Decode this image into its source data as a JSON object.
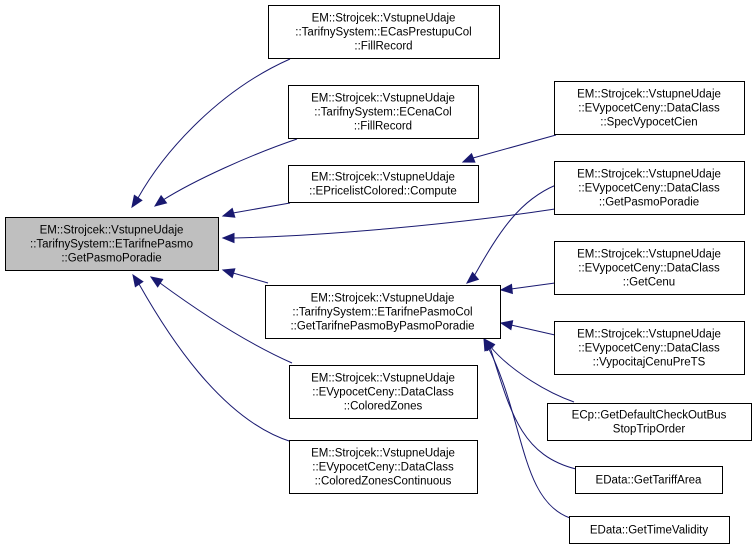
{
  "diagram": {
    "type": "call-graph",
    "title": "Caller graph",
    "colors": {
      "edge": "#191970",
      "focus_fill": "#bfbfbf",
      "node_fill": "#ffffff",
      "border": "#000000"
    },
    "nodes": [
      {
        "id": "root",
        "focus": true,
        "lines": [
          "EM::Strojcek::VstupneUdaje",
          "::TarifnySystem::ETarifnePasmo",
          "::GetPasmoPoradie"
        ]
      },
      {
        "id": "ecasprestupucol",
        "lines": [
          "EM::Strojcek::VstupneUdaje",
          "::TarifnySystem::ECasPrestupuCol",
          "::FillRecord"
        ]
      },
      {
        "id": "ecenacol",
        "lines": [
          "EM::Strojcek::VstupneUdaje",
          "::TarifnySystem::ECenaCol",
          "::FillRecord"
        ]
      },
      {
        "id": "epricelist",
        "lines": [
          "EM::Strojcek::VstupneUdaje",
          "::EPricelistColored::Compute"
        ]
      },
      {
        "id": "getbypasmo",
        "lines": [
          "EM::Strojcek::VstupneUdaje",
          "::TarifnySystem::ETarifnePasmoCol",
          "::GetTarifnePasmoByPasmoPoradie"
        ]
      },
      {
        "id": "coloredzones",
        "lines": [
          "EM::Strojcek::VstupneUdaje",
          "::EVypocetCeny::DataClass",
          "::ColoredZones"
        ]
      },
      {
        "id": "coloredzonescont",
        "lines": [
          "EM::Strojcek::VstupneUdaje",
          "::EVypocetCeny::DataClass",
          "::ColoredZonesContinuous"
        ]
      },
      {
        "id": "specvypocet",
        "lines": [
          "EM::Strojcek::VstupneUdaje",
          "::EVypocetCeny::DataClass",
          "::SpecVypocetCien"
        ]
      },
      {
        "id": "dc_getpasmo",
        "lines": [
          "EM::Strojcek::VstupneUdaje",
          "::EVypocetCeny::DataClass",
          "::GetPasmoPoradie"
        ]
      },
      {
        "id": "getcenu",
        "lines": [
          "EM::Strojcek::VstupneUdaje",
          "::EVypocetCeny::DataClass",
          "::GetCenu"
        ]
      },
      {
        "id": "vypocitaj",
        "lines": [
          "EM::Strojcek::VstupneUdaje",
          "::EVypocetCeny::DataClass",
          "::VypocitajCenuPreTS"
        ]
      },
      {
        "id": "ecp",
        "lines": [
          "ECp::GetDefaultCheckOutBus",
          "StopTripOrder"
        ]
      },
      {
        "id": "tariffarea",
        "lines": [
          "EData::GetTariffArea"
        ]
      },
      {
        "id": "timevalidity",
        "lines": [
          "EData::GetTimeValidity"
        ]
      }
    ],
    "edges": [
      {
        "from": "ecasprestupucol",
        "to": "root"
      },
      {
        "from": "ecenacol",
        "to": "root"
      },
      {
        "from": "epricelist",
        "to": "root"
      },
      {
        "from": "dc_getpasmo",
        "to": "root"
      },
      {
        "from": "getbypasmo",
        "to": "root"
      },
      {
        "from": "coloredzones",
        "to": "root"
      },
      {
        "from": "coloredzonescont",
        "to": "root"
      },
      {
        "from": "specvypocet",
        "to": "epricelist"
      },
      {
        "from": "dc_getpasmo",
        "to": "getbypasmo"
      },
      {
        "from": "getcenu",
        "to": "getbypasmo"
      },
      {
        "from": "vypocitaj",
        "to": "getbypasmo"
      },
      {
        "from": "ecp",
        "to": "getbypasmo"
      },
      {
        "from": "tariffarea",
        "to": "getbypasmo"
      },
      {
        "from": "timevalidity",
        "to": "getbypasmo"
      }
    ]
  }
}
